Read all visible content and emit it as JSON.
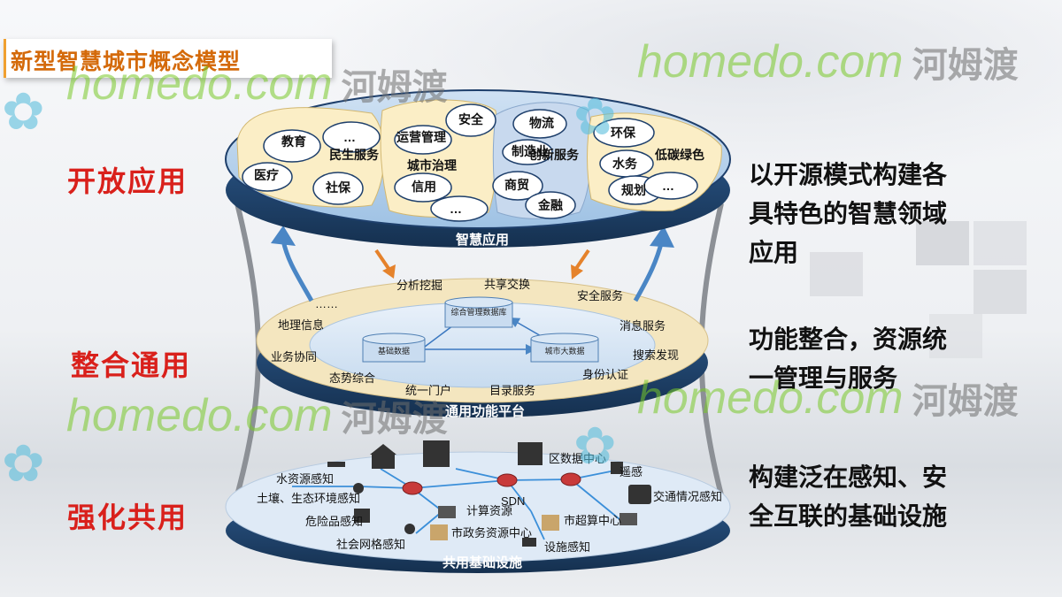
{
  "title": "新型智慧城市概念模型",
  "watermark": {
    "en": "homedo.com",
    "cn": "河姆渡"
  },
  "layers": {
    "top": "开放应用",
    "middle": "整合通用",
    "bottom": "强化共用"
  },
  "descriptions": {
    "top": [
      "以开源模式构建各",
      "具特色的智慧领域",
      "应用"
    ],
    "middle": [
      "功能整合，资源统",
      "一管理与服务"
    ],
    "bottom": [
      "构建泛在感知、安",
      "全互联的基础设施"
    ]
  },
  "disks": {
    "top": "智慧应用",
    "middle": "通用功能平台",
    "bottom": "共用基础设施"
  },
  "apps": {
    "people": {
      "title": "民生服务",
      "items": [
        "教育",
        "…",
        "医疗",
        "社保"
      ]
    },
    "gov": {
      "title": "城市治理",
      "items": [
        "运营管理",
        "安全",
        "信用",
        "…"
      ]
    },
    "industry": {
      "title": "创新服务",
      "items": [
        "物流",
        "制造业",
        "商贸",
        "金融"
      ]
    },
    "eco": {
      "title": "低碳绿色",
      "items": [
        "环保",
        "水务",
        "规划",
        "…"
      ]
    }
  },
  "platform": {
    "ring": [
      "分析挖掘",
      "共享交换",
      "安全服务",
      "消息服务",
      "搜索发现",
      "身份认证",
      "目录服务",
      "统一门户",
      "态势综合",
      "业务协同",
      "地理信息",
      "……"
    ],
    "db": {
      "center": "综合管理数据库",
      "left": "基础数据",
      "right": "城市大数据"
    }
  },
  "infra": {
    "labels": [
      "区数据中心",
      "遥感",
      "交通情况感知",
      "水资源感知",
      "土壤、生态环境感知",
      "危险品感知",
      "社会网格感知",
      "计算资源",
      "SDN",
      "市超算中心",
      "市政务资源中心",
      "设施感知"
    ]
  },
  "colors": {
    "label_red": "#d9201b",
    "title_orange": "#d46a0a",
    "disk_navy": "#1e3f6b",
    "arrow_blue": "#4a86c5",
    "arrow_orange": "#e5822b"
  }
}
